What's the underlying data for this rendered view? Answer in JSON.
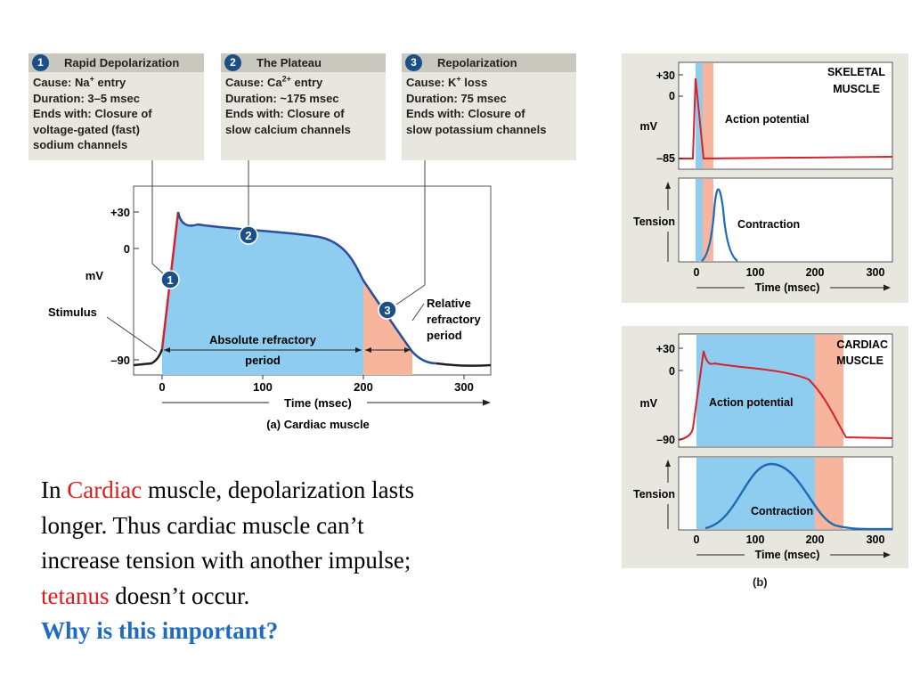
{
  "phases": [
    {
      "num": "1",
      "title": "Rapid Depolarization",
      "cause_prefix": "Cause: ",
      "ion": "Na",
      "charge": "+",
      "cause_suffix": " entry",
      "duration": "Duration: 3–5 msec",
      "ends1": "Ends with: Closure of",
      "ends2": "voltage-gated (fast)",
      "ends3": "sodium channels"
    },
    {
      "num": "2",
      "title": "The Plateau",
      "cause_prefix": "Cause: ",
      "ion": "Ca",
      "charge": "2+",
      "cause_suffix": " entry",
      "duration": "Duration: ~175 msec",
      "ends1": "Ends with: Closure of",
      "ends2": "slow calcium channels",
      "ends3": ""
    },
    {
      "num": "3",
      "title": "Repolarization",
      "cause_prefix": "Cause: ",
      "ion": "K",
      "charge": "+",
      "cause_suffix": " loss",
      "duration": "Duration: 75 msec",
      "ends1": "Ends with: Closure of",
      "ends2": "slow potassium channels",
      "ends3": ""
    }
  ],
  "graph_a": {
    "y_ticks": [
      "+30",
      "0",
      "–90"
    ],
    "y_label": "mV",
    "x_ticks": [
      "0",
      "100",
      "200",
      "300"
    ],
    "x_label": "Time (msec)",
    "caption": "(a) Cardiac muscle",
    "stimulus_label": "Stimulus",
    "absolute_label_1": "Absolute refractory",
    "absolute_label_2": "period",
    "relative_label_1": "Relative",
    "relative_label_2": "refractory",
    "relative_label_3": "period",
    "markers": [
      "1",
      "2",
      "3"
    ]
  },
  "panel_b": {
    "skeletal": {
      "title_1": "SKELETAL",
      "title_2": "MUSCLE",
      "y_ticks": [
        "+30",
        "0",
        "–85"
      ],
      "y_label": "mV",
      "ap_label": "Action potential",
      "tension_label": "Tension",
      "contraction_label": "Contraction",
      "x_ticks": [
        "0",
        "100",
        "200",
        "300"
      ],
      "x_label": "Time (msec)"
    },
    "cardiac": {
      "title_1": "CARDIAC",
      "title_2": "MUSCLE",
      "y_ticks": [
        "+30",
        "0",
        "–90"
      ],
      "y_label": "mV",
      "ap_label": "Action potential",
      "tension_label": "Tension",
      "contraction_label": "Contraction",
      "x_ticks": [
        "0",
        "100",
        "200",
        "300"
      ],
      "x_label": "Time (msec)"
    },
    "caption": "(b)"
  },
  "text": {
    "l1_a": "In ",
    "l1_red": "Cardiac",
    "l1_b": " muscle, depolarization lasts",
    "l2": "longer.  Thus cardiac muscle can’t",
    "l3": "increase tension with another impulse;",
    "l4_red": "tetanus",
    "l4_b": " doesn’t occur.",
    "question": "Why is this important?"
  },
  "colors": {
    "plateau_blue": "#8ecdf0",
    "relative_salmon": "#f6b59c",
    "marker_blue": "#1c4f85",
    "depolarization_red": "#d7222b",
    "trace_blue": "#1f6bb3",
    "panel_bg": "#e7e6df"
  }
}
